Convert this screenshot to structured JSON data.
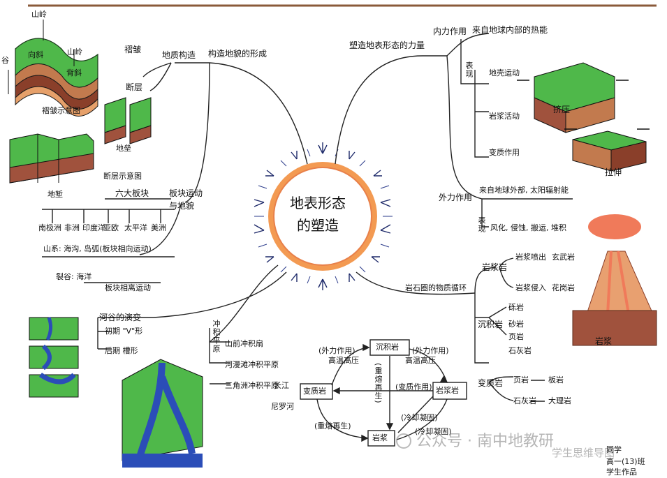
{
  "center": {
    "line1": "地表形态",
    "line2": "的塑造"
  },
  "tl": {
    "structure": "构造地貌的形成",
    "geologic": "地质构造",
    "fold": "褶皱",
    "fault": "断层",
    "mountain_top": "山岭",
    "syncline": "向斜",
    "anticline": "背斜",
    "mountain_right": "山岭",
    "fold_caption": "褶皱示意图",
    "fault_caption": "断层示意图",
    "horst": "地垒",
    "graben": "地堑",
    "valley_left": "谷",
    "plate_label": "板块运动",
    "plate_label2": "与地貌",
    "six_plates": "六大板块",
    "plates": [
      "南极洲",
      "非洲",
      "印度洋",
      "亚欧",
      "太平洋",
      "美洲"
    ],
    "mountains": "山系: 海沟, 岛弧(板块相向运动)",
    "rift": "裂谷: 海洋",
    "separate": "板块相离运动"
  },
  "tr": {
    "external_forms": "塑造地表形态的力量",
    "internal": "内力作用",
    "internal_source": "来自地球内部的热能",
    "manifest": "表现",
    "crust": "地壳运动",
    "magma": "岩浆活动",
    "metamorph": "变质作用",
    "squeeze": "挤压",
    "stretch": "拉伸",
    "external": "外力作用",
    "external_source": "来自地球外部, 太阳辐射能",
    "ext_manifest": "表现",
    "ext_list": "风化, 侵蚀, 搬运, 堆积"
  },
  "br": {
    "cycle": "岩石圈的物质循环",
    "igneous": "岩浆岩",
    "extrusive": "岩浆喷出",
    "basalt": "玄武岩",
    "intrusive": "岩浆侵入",
    "granite": "花岗岩",
    "sedimentary": "沉积岩",
    "sed_list": [
      "砾岩",
      "砂岩",
      "页岩",
      "石灰岩"
    ],
    "metamorphic": "变质岩",
    "shale": "页岩",
    "slate": "板岩",
    "limestone": "石灰岩",
    "marble": "大理岩",
    "magma_label": "岩浆"
  },
  "bm": {
    "sed_box": "沉积岩",
    "meta_box": "变质岩",
    "igneous_box": "岩浆岩",
    "magma_box": "岩浆",
    "ext_force1": "(外力作用)",
    "ext_force1b": "高温高压",
    "ext_force2": "(外力作用)",
    "ext_force2b": "高温高压",
    "remelt": "(重熔再生)",
    "metamorph_edge": "(变质作用)",
    "remelt2": "(重熔再生)",
    "cool": "(冷却凝固)",
    "cool2": "(冷却凝固)"
  },
  "bl": {
    "valley": "河谷的演变",
    "early": "初期 \"V\"形",
    "later": "后期 槽形",
    "plain": "冲积平原",
    "alluvial_fan": "山前冲积扇",
    "floodplain": "河漫滩冲积平原",
    "delta": "三角洲冲积平原",
    "changjiang": "长江",
    "pearl": "尼罗河"
  },
  "footer": {
    "watermark": "公众号 · 南中地教研",
    "watermark2": "学生思维导图",
    "author": "高一(13)班",
    "school": "学生作品",
    "name": "同学"
  },
  "colors": {
    "green": "#4fb84a",
    "brown": "#a0523d",
    "orange": "#f08a4b",
    "blue": "#2b4db8"
  }
}
